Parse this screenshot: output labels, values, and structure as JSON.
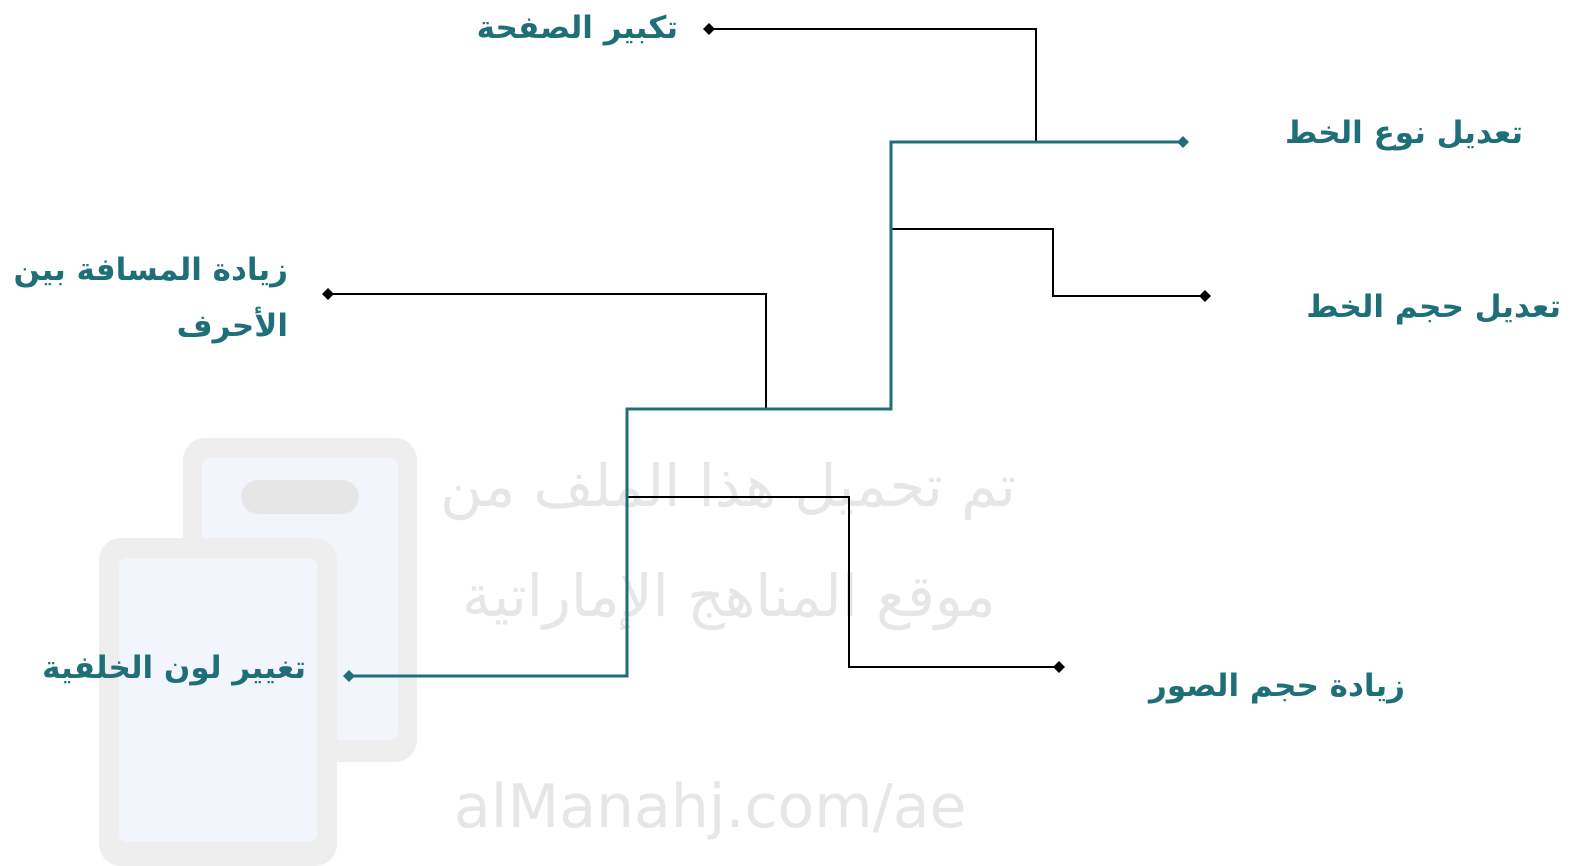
{
  "diagram": {
    "labels": {
      "page_zoom": "تكبير الصفحة",
      "font_type": "تعديل نوع الخط",
      "font_size": "تعديل حجم الخط",
      "letter_spacing_line1": "زيادة المسافة بين",
      "letter_spacing_line2": "الأحرف",
      "background_color": "تغيير لون الخلفية",
      "image_size": "زيادة حجم الصور"
    },
    "colors": {
      "label_text": "#1f6f78",
      "teal_line": "#1f6f78",
      "black_line": "#000000"
    }
  },
  "watermark": {
    "line1": "تم تحميل هذا الملف من",
    "line2": "موقع المناهج الإماراتية",
    "site": "alManahj.com/ae"
  }
}
